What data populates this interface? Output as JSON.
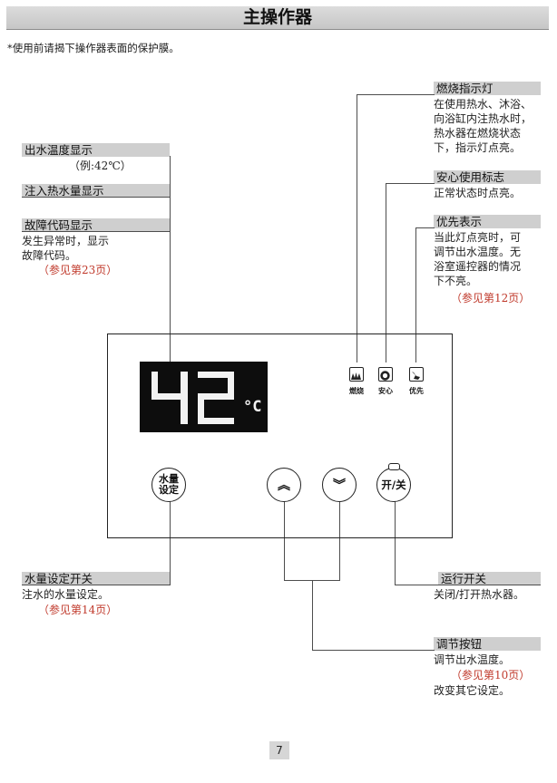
{
  "title": "主操作器",
  "note": "*使用前请揭下操作器表面的保护膜。",
  "display": {
    "temperature": "42",
    "unit": "°C"
  },
  "indicators": [
    {
      "icon": "flame-icon",
      "label": "燃烧"
    },
    {
      "icon": "shield-icon",
      "label": "安心"
    },
    {
      "icon": "priority-icon",
      "label": "优先"
    }
  ],
  "buttons": {
    "water_set_line1": "水量",
    "water_set_line2": "设定",
    "up": "︽",
    "down": "︾",
    "power": "开/关"
  },
  "callouts": {
    "water_temp": {
      "label": "出水温度显示",
      "desc": "（例:42℃）"
    },
    "hot_water": {
      "label": "注入热水量显示"
    },
    "fault": {
      "label": "故障代码显示",
      "desc1": "发生异常时，显示",
      "desc2": "故障代码。",
      "ref": "（参见第23页）"
    },
    "combustion": {
      "label": "燃烧指示灯",
      "desc1": "在使用热水、沐浴、",
      "desc2": "向浴缸内注热水时，",
      "desc3": "热水器在燃烧状态",
      "desc4": "下，指示灯点亮。"
    },
    "safe": {
      "label": "安心使用标志",
      "desc": "正常状态时点亮。"
    },
    "priority": {
      "label": "优先表示",
      "desc1": "当此灯点亮时，可",
      "desc2": "调节出水温度。无",
      "desc3": "浴室遥控器的情况",
      "desc4": "下不亮。",
      "ref": "（参见第12页）"
    },
    "water_switch": {
      "label": "水量设定开关",
      "desc": "注水的水量设定。",
      "ref": "（参见第14页）"
    },
    "run_switch": {
      "label": "运行开关",
      "desc": "关闭/打开热水器。"
    },
    "adjust": {
      "label": "调节按钮",
      "desc": "调节出水温度。",
      "ref": "（参见第10页）",
      "desc2": "改变其它设定。"
    }
  },
  "page_number": "7"
}
